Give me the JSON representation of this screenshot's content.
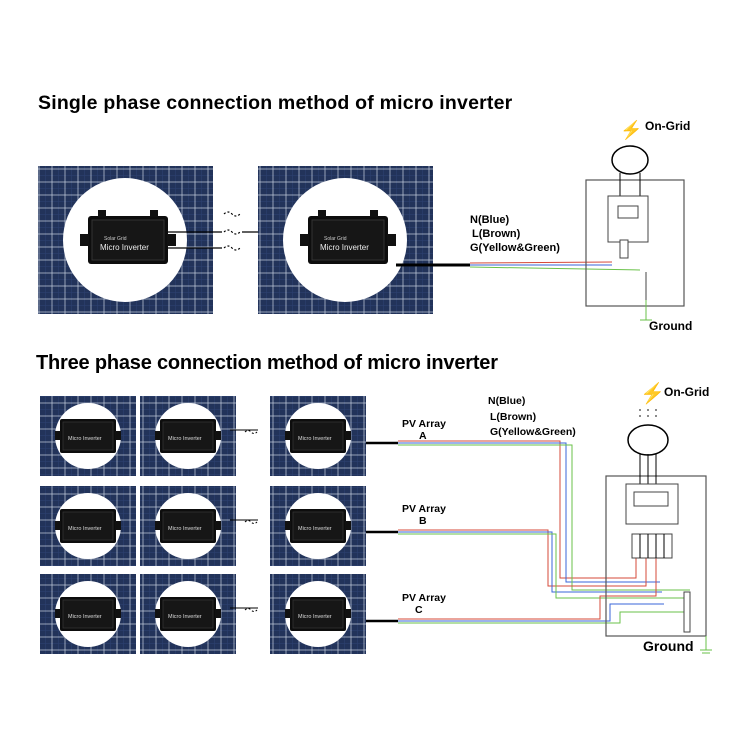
{
  "single": {
    "title": "Single phase connection method of micro inverter",
    "wire_n": "N(Blue)",
    "wire_l": "L(Brown)",
    "wire_g": "G(Yellow&Green)",
    "grid": "On-Grid",
    "ground": "Ground"
  },
  "three": {
    "title": "Three phase connection method of   micro inverter",
    "wire_n": "N(Blue)",
    "wire_l": "L(Brown)",
    "wire_g": "G(Yellow&Green)",
    "array_a": "PV Array",
    "array_a_letter": "A",
    "array_b": "PV Array",
    "array_b_letter": "B",
    "array_c": "PV Array",
    "array_c_letter": "C",
    "grid": "On-Grid",
    "ground": "Ground"
  },
  "inverter": {
    "brand": "Solar Grid",
    "name": "Micro Inverter"
  },
  "colors": {
    "panel": "#1c2a4a",
    "cell_line": "#c9d3e8",
    "wire_blue": "#3a66d8",
    "wire_brown": "#d64a3a",
    "wire_green": "#6ac24a",
    "lightning": "#f2b01e"
  }
}
